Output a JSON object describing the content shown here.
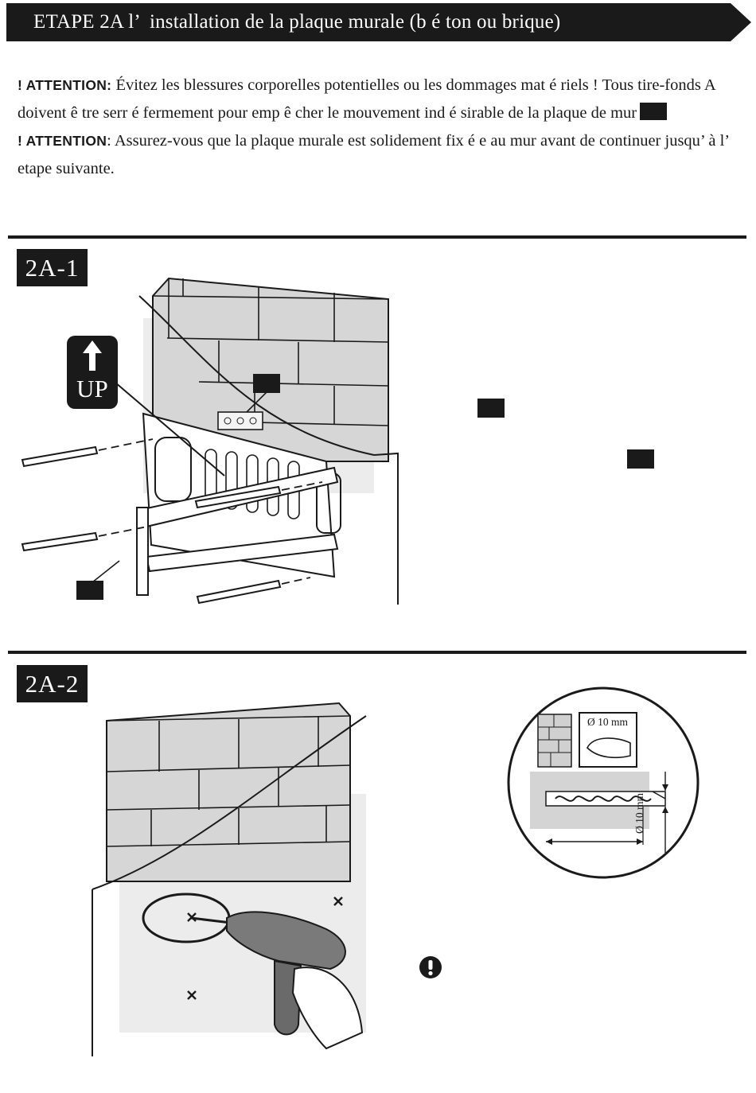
{
  "header": {
    "title": "ETAPE 2A l’  installation de la plaque murale (b é ton ou brique)"
  },
  "notes": {
    "attention1_label": "! ATTENTION:",
    "attention1_text": " Évitez les blessures corporelles potentielles ou les dommages mat é riels ! Tous tire-fonds A doivent  ê tre serr é  fermement pour emp ê cher le mouvement ind é sirable de la plaque de mur",
    "attention2_label": "! ATTENTION",
    "attention2_text": ":  Assurez-vous que la plaque murale est solidement fix é e au mur avant de continuer jusqu’ à  l’  etape suivante."
  },
  "sections": {
    "s1_tag": "2A-1",
    "s2_tag": "2A-2"
  },
  "step1": {
    "up_label": "UP"
  },
  "step2": {
    "detail_diameter_top": "Ø 10 mm",
    "detail_diameter_side": "Ø 10 mm"
  },
  "colors": {
    "ink": "#1a1a1a",
    "wall_shade": "#e6e6e6",
    "brick_fill": "#d9d9d9"
  }
}
